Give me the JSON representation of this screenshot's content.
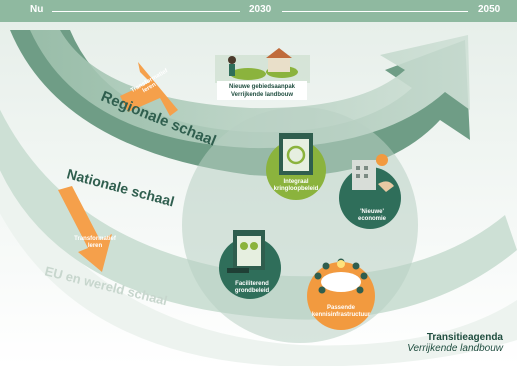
{
  "timeline": {
    "start": "Nu",
    "middle": "2030",
    "end": "2050"
  },
  "scales": {
    "regional": "Regionale schaal",
    "national": "Nationale schaal",
    "eu": "EU en wereld schaal"
  },
  "arrows": {
    "top": [
      "Transformatief",
      "leren"
    ],
    "bottom": [
      "Transformatief",
      "leren"
    ]
  },
  "nodes": {
    "gebiedsaanpak": [
      "Nieuwe gebiedsaanpak",
      "Verrijkende landbouw"
    ],
    "kringloop": [
      "Integraal",
      "kringloopbeleid"
    ],
    "economie": [
      "'Nieuwe'",
      "economie"
    ],
    "grondbeleid": [
      "Faciliterend",
      "grondbeleid"
    ],
    "kennis": [
      "Passende",
      "kennisinfrastructuur"
    ]
  },
  "legend": {
    "title": "Transitieagenda",
    "subtitle": "Verrijkende landbouw"
  },
  "colors": {
    "timeline": "#8fb9a0",
    "band_dark": "#6f9d86",
    "band_light": "#b9d3c5",
    "band_pale": "#dfe9e3",
    "orange": "#f5a04b",
    "green_circle": "#8bb33d",
    "teal_circle": "#2f6e5a",
    "orange_circle": "#f29a3f",
    "dark_text": "#1f4d3f"
  }
}
